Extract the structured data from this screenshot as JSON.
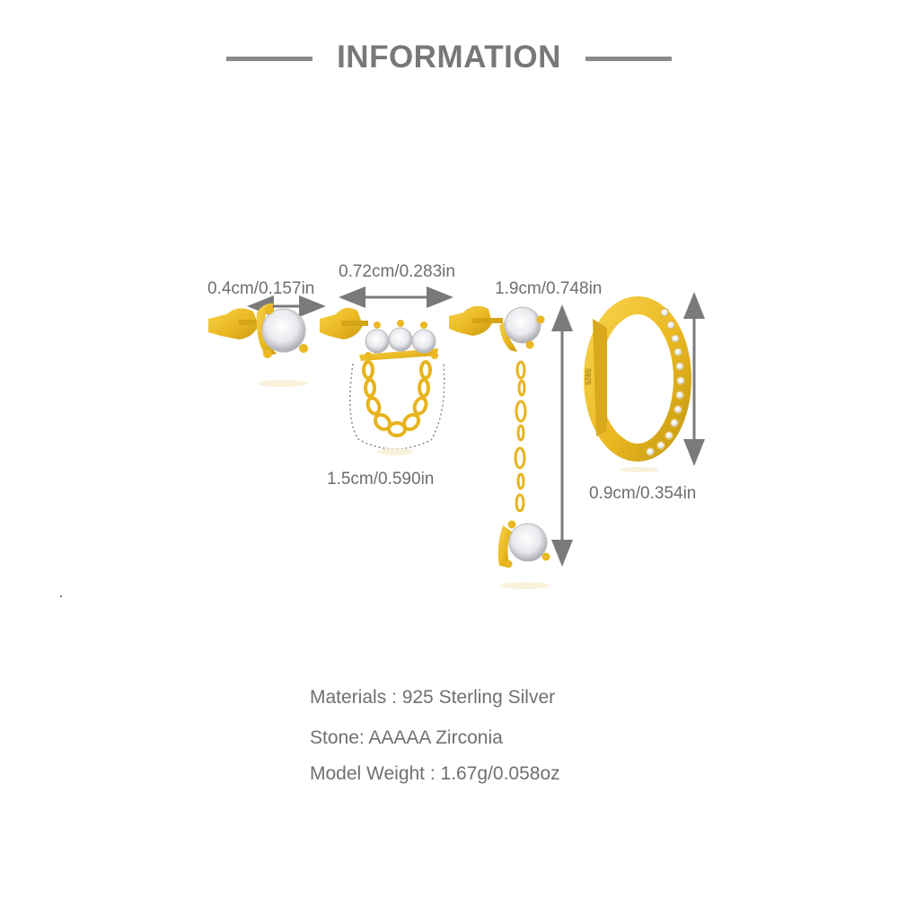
{
  "header": {
    "title": "INFORMATION"
  },
  "dimensions": {
    "stud_width": "0.4cm/0.157in",
    "chain_stud_width": "0.72cm/0.283in",
    "chain_stud_drop": "1.5cm/0.590in",
    "drop_length": "1.9cm/0.748in",
    "hoop_diameter": "0.9cm/0.354in"
  },
  "products": [
    {
      "name": "single-zirconia-stud"
    },
    {
      "name": "three-stone-chain-stud"
    },
    {
      "name": "chain-drop-earring"
    },
    {
      "name": "pave-huggie-hoop",
      "stamp": "S925"
    }
  ],
  "specs": {
    "materials": "Materials : 925 Sterling Silver",
    "stone": "Stone: AAAAA Zirconia",
    "weight": "Model Weight : 1.67g/0.058oz"
  },
  "colors": {
    "gold": "#f0c02a",
    "gold_dark": "#c99a10",
    "arrow": "#7a7a7a",
    "text": "#707070"
  }
}
